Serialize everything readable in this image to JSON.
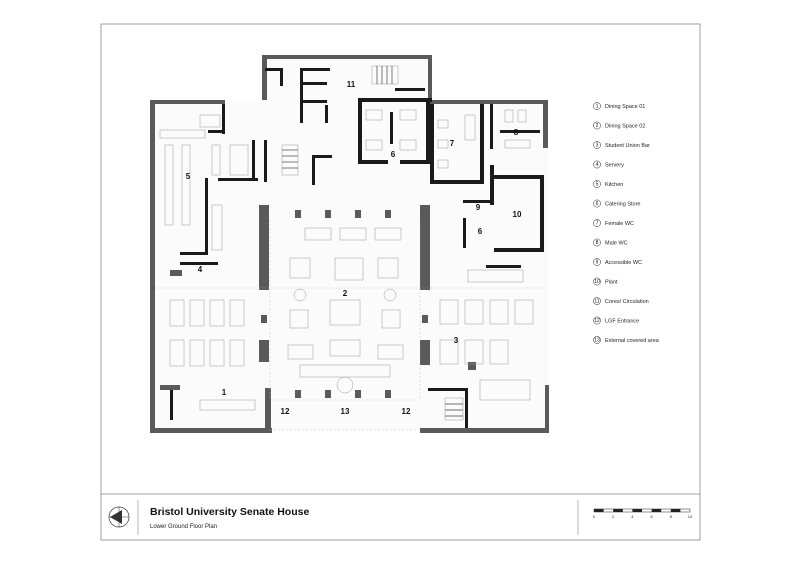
{
  "title": "Bristol University Senate House",
  "subtitle": "Lower Ground Floor Plan",
  "legend": [
    {
      "num": "1",
      "label": "Dining Space 01"
    },
    {
      "num": "2",
      "label": "Dining Space 02"
    },
    {
      "num": "3",
      "label": "Student Union Bar"
    },
    {
      "num": "4",
      "label": "Servery"
    },
    {
      "num": "5",
      "label": "Kitchen"
    },
    {
      "num": "6",
      "label": "Catering Store"
    },
    {
      "num": "7",
      "label": "Female WC"
    },
    {
      "num": "8",
      "label": "Male WC"
    },
    {
      "num": "9",
      "label": "Accessible WC"
    },
    {
      "num": "10",
      "label": "Plant"
    },
    {
      "num": "11",
      "label": "Cores/ Circulation"
    },
    {
      "num": "12",
      "label": "LGF Entrance"
    },
    {
      "num": "13",
      "label": "External covered area"
    }
  ],
  "room_labels": {
    "r1": "1",
    "r2": "2",
    "r3": "3",
    "r4": "4",
    "r5": "5",
    "r6a": "6",
    "r6b": "6",
    "r7": "7",
    "r8": "8",
    "r9": "9",
    "r10": "10",
    "r11": "11",
    "r12a": "12",
    "r13": "13",
    "r12b": "12"
  },
  "scale_bar": {
    "ticks": [
      "0",
      "2",
      "4",
      "6",
      "8",
      "10"
    ]
  },
  "icons": {
    "north": "north-arrow-icon"
  }
}
